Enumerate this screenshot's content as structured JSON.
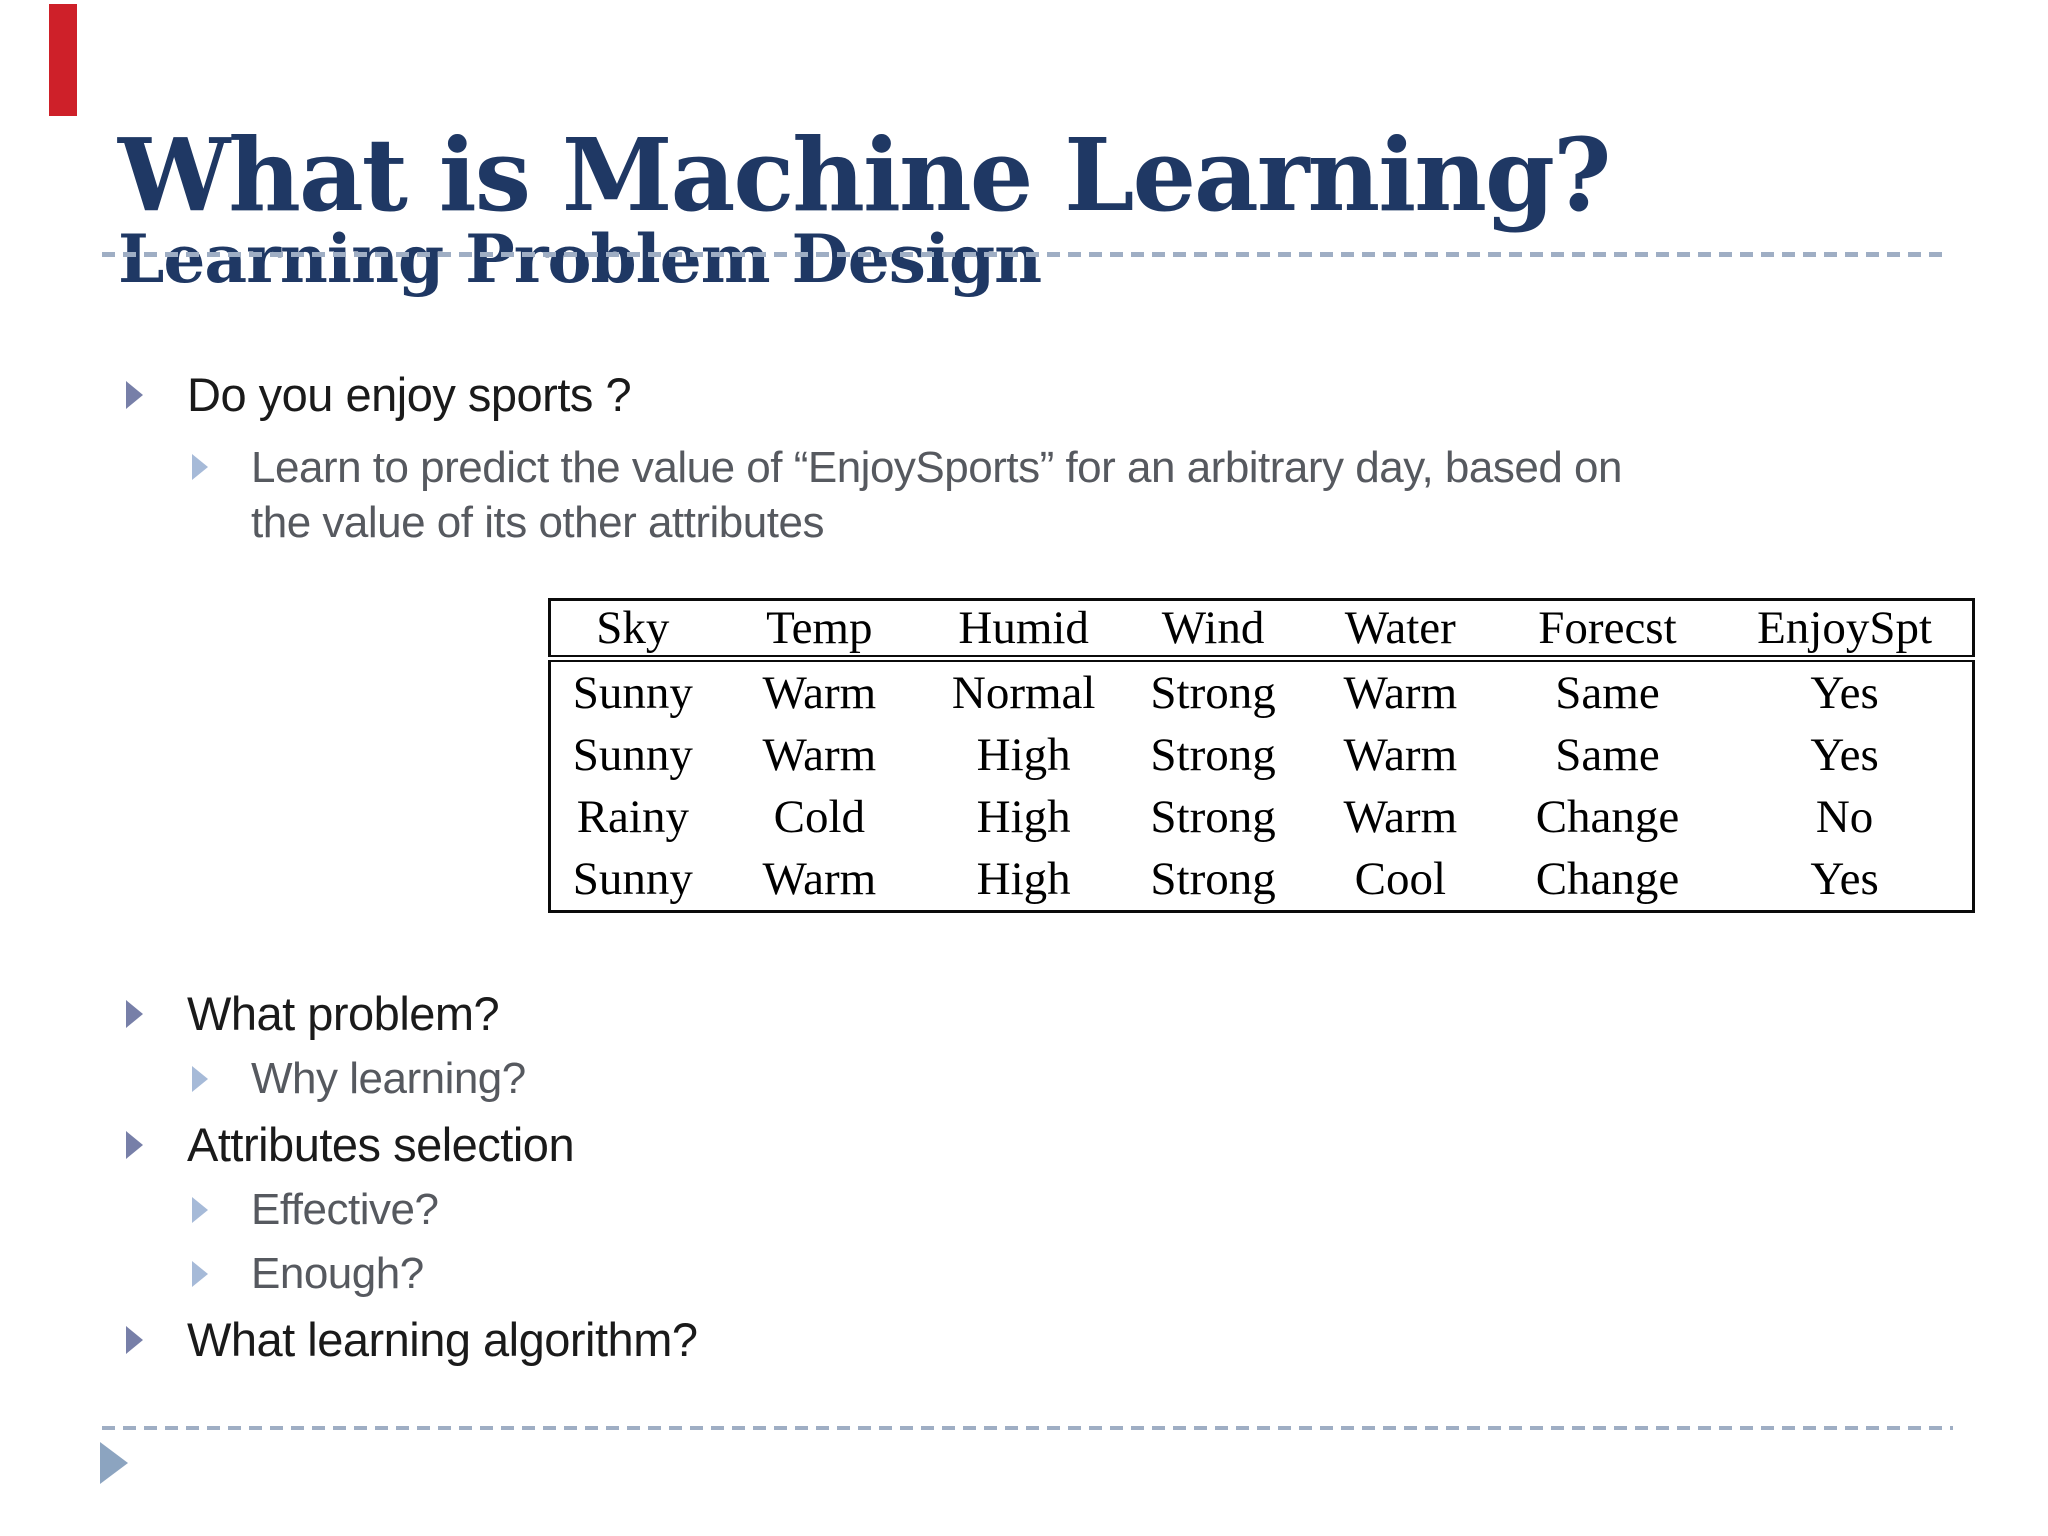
{
  "slide": {
    "title": "What is Machine Learning?",
    "subtitle": "Learning Problem Design",
    "colors": {
      "title_navy": "#1F3864",
      "accent_red_tab": "#CE2029",
      "divider_dash": "#9FAEC4",
      "bullet_arrow_dark": "#777FA8",
      "bullet_arrow_light": "#A6BAD8",
      "next_arrow": "#8CA4C0",
      "text_primary": "#1A1A1A",
      "text_secondary": "#56595F"
    },
    "icons": {
      "red_tab": "red-accent-tab",
      "bullet_marker": "right-triangle-arrow",
      "next_arrow": "right-triangle-arrow"
    }
  },
  "bullets_top": [
    {
      "level": 1,
      "text": "Do you enjoy sports ?"
    },
    {
      "level": 2,
      "lines": [
        "Learn to predict the value of “EnjoySports” for an arbitrary day, based on",
        "the value of its other attributes"
      ]
    }
  ],
  "table": {
    "headers": [
      "Sky",
      "Temp",
      "Humid",
      "Wind",
      "Water",
      "Forecst",
      "EnjoySpt"
    ],
    "rows": [
      [
        "Sunny",
        "Warm",
        "Normal",
        "Strong",
        "Warm",
        "Same",
        "Yes"
      ],
      [
        "Sunny",
        "Warm",
        "High",
        "Strong",
        "Warm",
        "Same",
        "Yes"
      ],
      [
        "Rainy",
        "Cold",
        "High",
        "Strong",
        "Warm",
        "Change",
        "No"
      ],
      [
        "Sunny",
        "Warm",
        "High",
        "Strong",
        "Cool",
        "Change",
        "Yes"
      ]
    ]
  },
  "bullets_bottom": [
    {
      "level": 1,
      "text": "What problem?"
    },
    {
      "level": 2,
      "text": "Why learning?"
    },
    {
      "level": 1,
      "text": "Attributes selection"
    },
    {
      "level": 2,
      "text": "Effective?"
    },
    {
      "level": 2,
      "text": "Enough?"
    },
    {
      "level": 1,
      "text": "What learning algorithm?"
    }
  ]
}
